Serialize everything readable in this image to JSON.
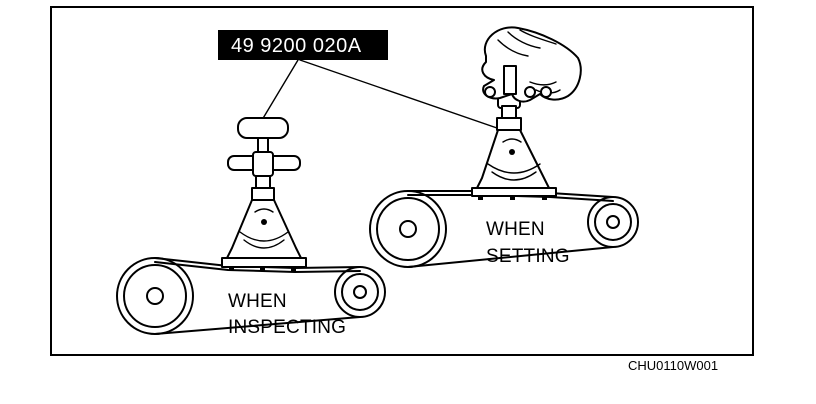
{
  "callout": {
    "part_number": "49 9200 020A"
  },
  "labels": {
    "inspecting_line1": "WHEN",
    "inspecting_line2": "INSPECTING",
    "setting_line1": "WHEN",
    "setting_line2": "SETTING"
  },
  "figure_code": "CHU0110W001"
}
